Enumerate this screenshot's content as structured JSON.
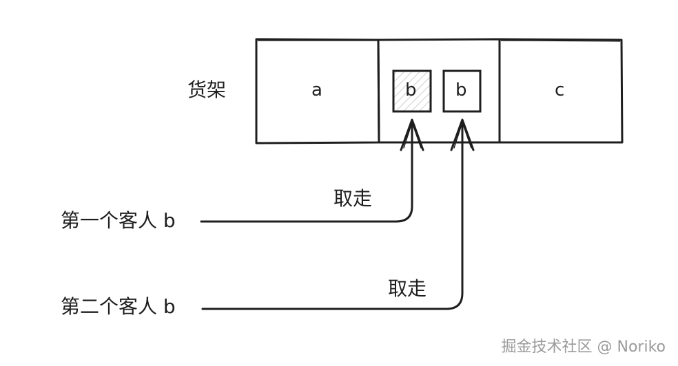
{
  "shelf": {
    "label": "货架",
    "cells": [
      "a",
      "",
      "c"
    ],
    "items": [
      "b",
      "b"
    ]
  },
  "customers": [
    {
      "label": "第一个客人 b",
      "action": "取走"
    },
    {
      "label": "第二个客人 b",
      "action": "取走"
    }
  ],
  "watermark": "掘金技术社区 @ Noriko",
  "colors": {
    "stroke": "#1e1e1e",
    "text": "#1e1e1e",
    "watermark": "#9a9a9a"
  }
}
